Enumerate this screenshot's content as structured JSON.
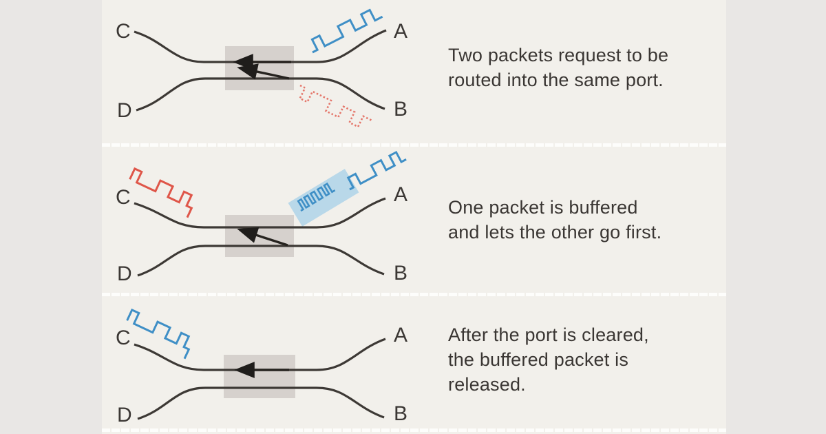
{
  "diagram_labels": {
    "top_left": "C",
    "bottom_left": "D",
    "top_right": "A",
    "bottom_right": "B"
  },
  "colors": {
    "outer_background": "#e9e7e5",
    "panel_background": "#f2f0eb",
    "wire_line": "#3d3935",
    "switch_box": "#d6d1cd",
    "packet_blue": "#3f8fc6",
    "packet_red": "#df5649",
    "buffer_highlight": "#b9d8e9",
    "divider_dashes": "#fdfdfb",
    "caption_text": "#3a3633"
  },
  "panels": [
    {
      "step": 1,
      "caption": "Two packets request to be\nrouted into the same port.",
      "packets": [
        {
          "name": "blue-packet",
          "color": "#3f8fc6",
          "style": "solid",
          "location": "incoming on line A"
        },
        {
          "name": "red-packet",
          "color": "#e4766a",
          "style": "dotted",
          "location": "incoming on line B"
        }
      ],
      "switch_arrows": [
        "A-to-C",
        "B-to-C"
      ]
    },
    {
      "step": 2,
      "caption": "One packet is buffered\nand lets the other go first.",
      "packets": [
        {
          "name": "red-packet",
          "color": "#df5649",
          "style": "solid",
          "location": "outgoing on line C"
        },
        {
          "name": "blue-packet-buffered",
          "color": "#3f8fc6",
          "style": "solid",
          "location": "held in buffer on line A",
          "highlight": "#b9d8e9"
        }
      ],
      "switch_arrows": [
        "B-to-C"
      ]
    },
    {
      "step": 3,
      "caption": "After the port is cleared,\nthe buffered packet is\nreleased.",
      "packets": [
        {
          "name": "blue-packet",
          "color": "#3f8fc6",
          "style": "solid",
          "location": "outgoing on line C"
        }
      ],
      "switch_arrows": [
        "A-to-C"
      ]
    }
  ]
}
